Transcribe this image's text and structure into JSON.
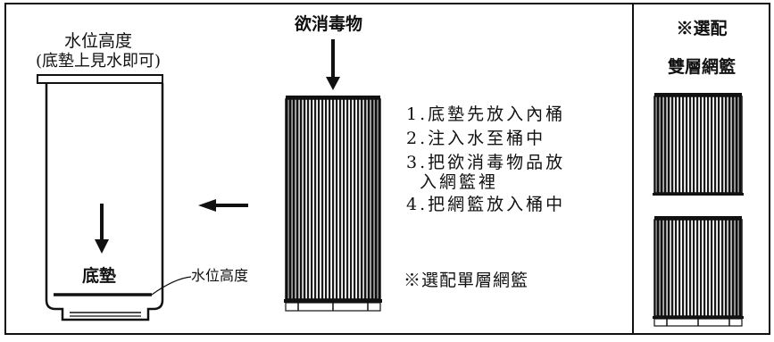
{
  "water_level_title": "水位高度",
  "water_level_note": "(底墊上見水即可)",
  "disinfect_label": "欲消毒物",
  "base_pad_label": "底墊",
  "water_level_side_label": "水位高度",
  "steps": [
    "1.底墊先放入內桶",
    "2.注入水至桶中",
    "3.把欲消毒物品放",
    "入網籃裡",
    "4.把網籃放入桶中"
  ],
  "single_basket_option": "※選配單層網籃",
  "option_title": "※選配",
  "double_basket_label": "雙層網籃"
}
